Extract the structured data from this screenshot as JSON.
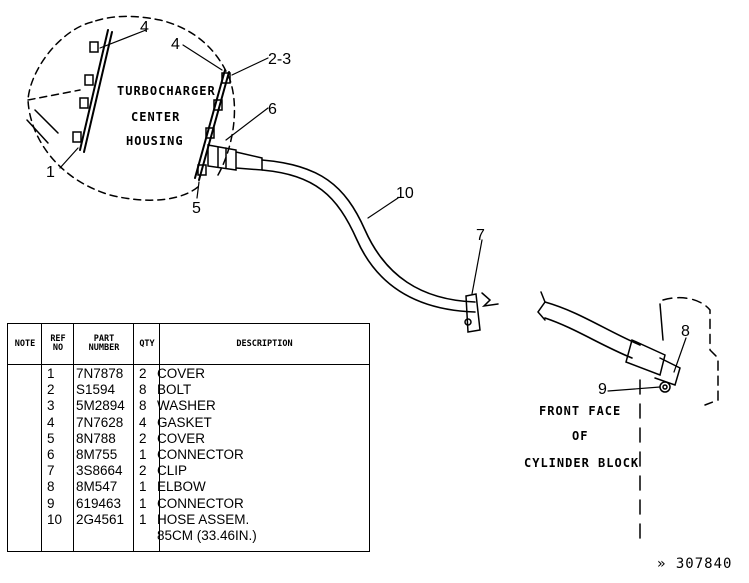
{
  "diagram": {
    "housing_label_lines": [
      "TURBOCHARGER",
      "CENTER",
      "HOUSING"
    ],
    "callouts": [
      "4",
      "4",
      "2-3",
      "6",
      "1",
      "5",
      "10",
      "7",
      "8",
      "9"
    ],
    "block_label_lines": [
      "FRONT FACE",
      "OF",
      "CYLINDER BLOCK"
    ],
    "doc_number": "» 307840"
  },
  "table": {
    "headers": {
      "note": "NOTE",
      "ref_no": "REF NO",
      "part_number": "PART NUMBER",
      "qty": "QTY",
      "description": "DESCRIPTION"
    },
    "rows": [
      {
        "ref": "1",
        "part": "7N7878",
        "qty": "2",
        "desc": "COVER"
      },
      {
        "ref": "2",
        "part": "S1594",
        "qty": "8",
        "desc": "BOLT"
      },
      {
        "ref": "3",
        "part": "5M2894",
        "qty": "8",
        "desc": "WASHER"
      },
      {
        "ref": "4",
        "part": "7N7628",
        "qty": "4",
        "desc": "GASKET"
      },
      {
        "ref": "5",
        "part": "8N788",
        "qty": "2",
        "desc": "COVER"
      },
      {
        "ref": "6",
        "part": "8M755",
        "qty": "1",
        "desc": "CONNECTOR"
      },
      {
        "ref": "7",
        "part": "3S8664",
        "qty": "2",
        "desc": "CLIP"
      },
      {
        "ref": "8",
        "part": "8M547",
        "qty": "1",
        "desc": "ELBOW"
      },
      {
        "ref": "9",
        "part": "619463",
        "qty": "1",
        "desc": "CONNECTOR"
      },
      {
        "ref": "10",
        "part": "2G4561",
        "qty": "1",
        "desc": "HOSE    ASSEM."
      }
    ],
    "continuation": "85CM    (33.46IN.)"
  }
}
